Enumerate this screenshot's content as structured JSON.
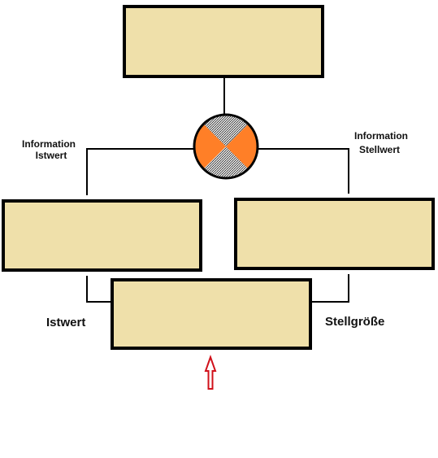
{
  "colors": {
    "box_fill": "#EFE0AA",
    "box_border": "#000000",
    "line": "#000000",
    "circle_orange": "#FF7F27",
    "circle_gray": "#A8A8A8",
    "arrow": "#D0101A"
  },
  "labels": {
    "info_istwert_line1": "Information",
    "info_istwert_line2": "Istwert",
    "info_stellwert_line1": "Information",
    "info_stellwert_line2": "Stellwert",
    "istwert": "Istwert",
    "stellgroesse": "Stellgröße"
  }
}
